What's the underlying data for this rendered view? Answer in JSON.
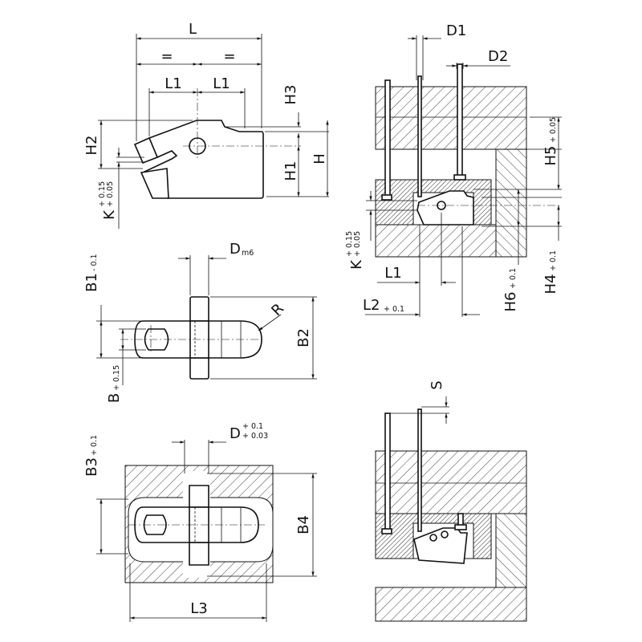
{
  "labels": {
    "L": "L",
    "eq1": "=",
    "eq2": "=",
    "L1a": "L1",
    "L1b": "L1",
    "H3": "H3",
    "H2": "H2",
    "H1": "H1",
    "H": "H",
    "K": "K",
    "K_tol_top": "+ 0.15",
    "K_tol_bot": "+ 0.05",
    "B1": "B1",
    "B1_tol": "- 0.1",
    "Dm": "D",
    "Dm_sub": "m6",
    "R": "R",
    "B2": "B2",
    "B": "B",
    "B_tol": "+ 0.15",
    "B3": "B3",
    "B3_tol": "+ 0.1",
    "D": "D",
    "D_tol_top": "+ 0.1",
    "D_tol_bot": "+ 0.03",
    "B4": "B4",
    "L3": "L3",
    "D1": "D1",
    "D2": "D2",
    "H5": "H5",
    "H5_tol": "+ 0.05",
    "H4": "H4",
    "H4_tol": "+ 0.1",
    "H6": "H6",
    "H6_tol": "+ 0.1",
    "K2": "K",
    "K2_tol_top": "+ 0.15",
    "K2_tol_bot": "+ 0.05",
    "L1c": "L1",
    "L2": "L2",
    "L2_tol": "+ 0.1",
    "S": "S"
  }
}
